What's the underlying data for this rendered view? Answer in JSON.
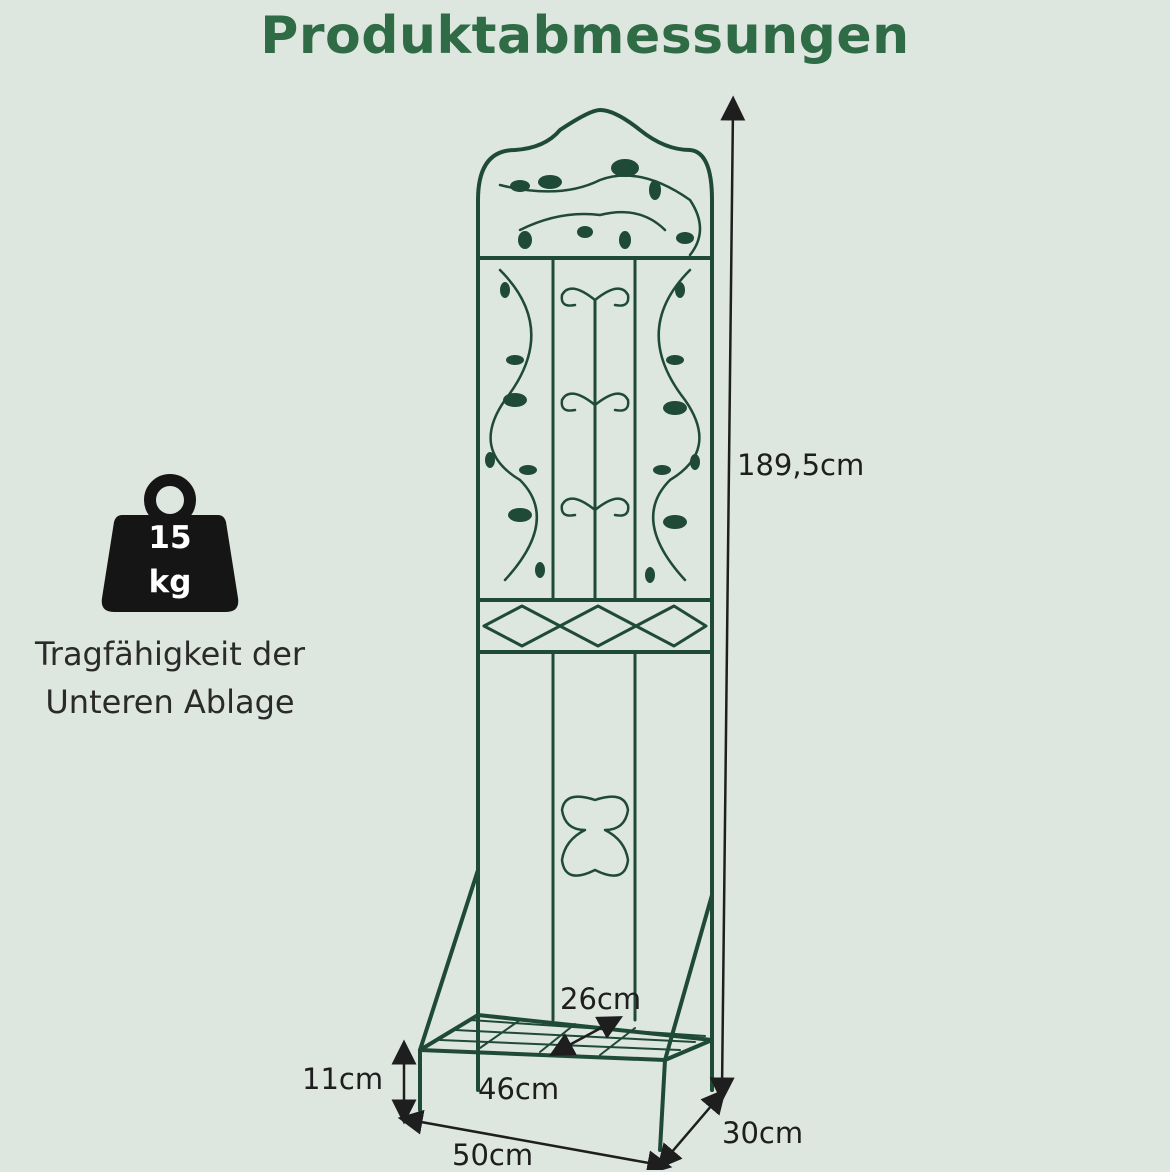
{
  "title": "Produktabmessungen",
  "weight": {
    "value": "15",
    "unit": "kg"
  },
  "caption": {
    "line1": "Tragfähigkeit der",
    "line2": "Unteren Ablage"
  },
  "dimensions": {
    "height": "189,5cm",
    "shelf_depth_inner": "26cm",
    "shelf_width_inner": "46cm",
    "shelf_height": "11cm",
    "base_width": "50cm",
    "base_depth": "30cm"
  },
  "colors": {
    "background": "#dde6df",
    "title": "#2f6b45",
    "metal": "#1f4a38",
    "weight_icon": "#151515"
  },
  "icons": [
    "weight-icon",
    "plant-stand-trellis"
  ]
}
